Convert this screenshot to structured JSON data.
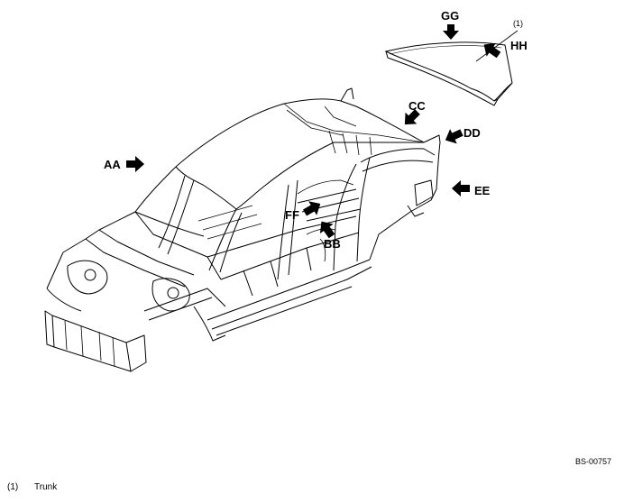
{
  "figure_id": "BS-00757",
  "labels": {
    "aa": "AA",
    "bb": "BB",
    "cc": "CC",
    "dd": "DD",
    "ee": "EE",
    "ff": "FF",
    "gg": "GG",
    "hh": "HH"
  },
  "callout": "(1)",
  "legend": [
    {
      "number": "(1)",
      "text": "Trunk"
    }
  ],
  "icons": {
    "arrow": "block-arrow-icon",
    "car": "car-body-shell-icon",
    "trunk": "trunk-lid-icon"
  }
}
